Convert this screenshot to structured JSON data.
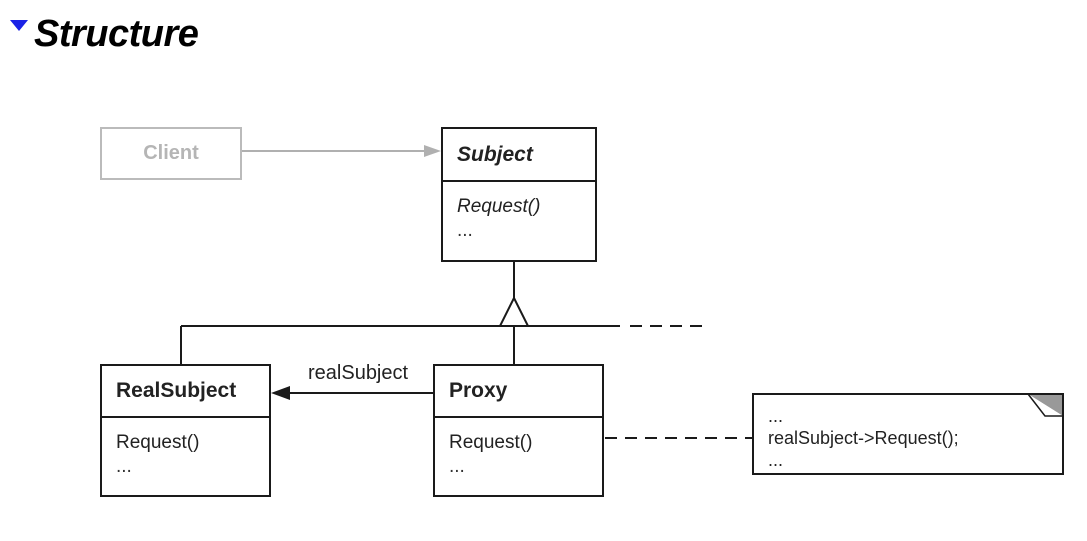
{
  "heading": {
    "title": "Structure"
  },
  "classes": {
    "client": {
      "name": "Client"
    },
    "subject": {
      "name": "Subject",
      "operation": "Request()",
      "more": "..."
    },
    "real_subject": {
      "name": "RealSubject",
      "operation": "Request()",
      "more": "..."
    },
    "proxy": {
      "name": "Proxy",
      "operation": "Request()",
      "more": "..."
    }
  },
  "association": {
    "label": "realSubject"
  },
  "note": {
    "line1": "...",
    "line2": "realSubject->Request();",
    "line3": "..."
  },
  "colors": {
    "disclosure": "#1a22e6",
    "stroke": "#1a1a1a",
    "faded": "#b5b5b5",
    "note_fold": "#999999"
  }
}
